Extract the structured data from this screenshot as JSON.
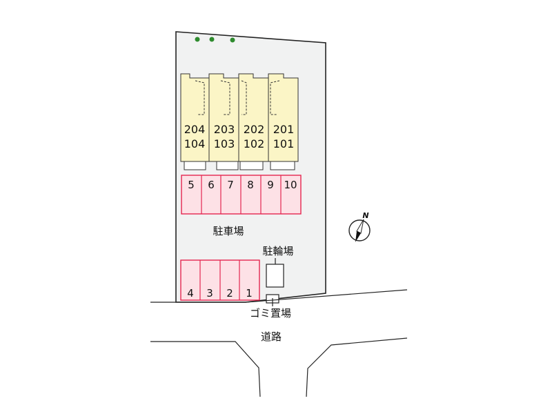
{
  "units": [
    {
      "upper": "204",
      "lower": "104"
    },
    {
      "upper": "203",
      "lower": "103"
    },
    {
      "upper": "202",
      "lower": "102"
    },
    {
      "upper": "201",
      "lower": "101"
    }
  ],
  "parking_top": [
    "5",
    "6",
    "7",
    "8",
    "9",
    "10"
  ],
  "parking_bottom": [
    "4",
    "3",
    "2",
    "1"
  ],
  "labels": {
    "parking": "駐車場",
    "bicycle": "駐輪場",
    "garbage": "ゴミ置場",
    "road": "道路",
    "north": "N"
  },
  "colors": {
    "lot": "#f1f2f2",
    "building": "#fbf5c6",
    "parking": "#fde1e6",
    "parking_border": "#e5254f",
    "tree": "#2e8b2e"
  }
}
